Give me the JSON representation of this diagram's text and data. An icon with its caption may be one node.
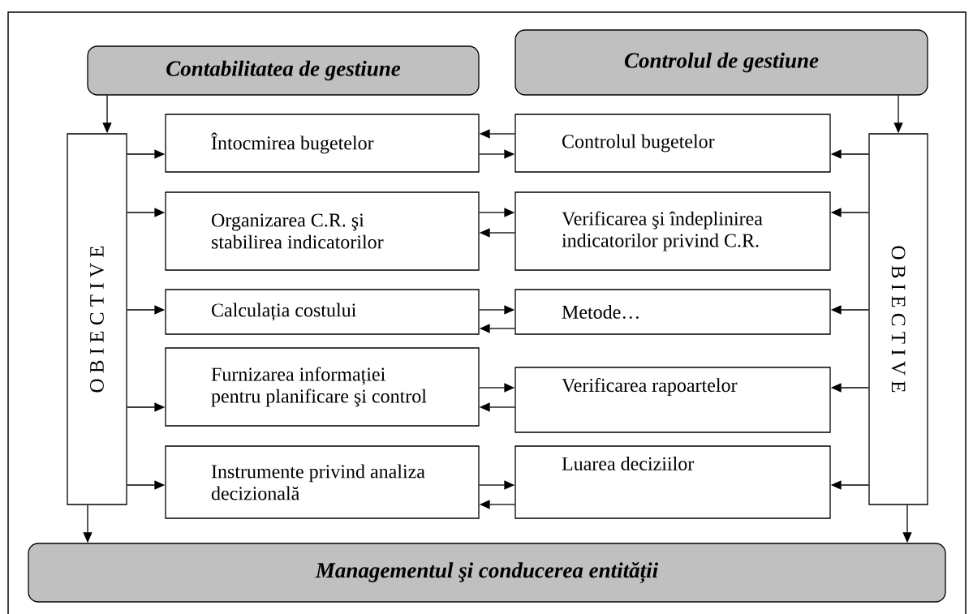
{
  "diagram": {
    "nodes": [
      {
        "text": [
          "Contabilitatea de gestiune"
        ]
      },
      {
        "text": [
          "Controlul de gestiune"
        ]
      },
      {
        "text": [
          "O B I E C T I V E"
        ]
      },
      {
        "text": [
          "O B I E C T I V E"
        ]
      },
      {
        "text": [
          "Întocmirea bugetelor"
        ]
      },
      {
        "text": [
          "Controlul bugetelor"
        ]
      },
      {
        "text": [
          "Organizarea C.R. şi stabilirea indicatorilor"
        ]
      },
      {
        "text": [
          "Verificarea şi îndeplinirea indicatorilor privind C.R."
        ]
      },
      {
        "text": [
          "Calculația costului"
        ]
      },
      {
        "text": [
          "Metode…"
        ]
      },
      {
        "text": [
          "Furnizarea informației pentru planificare şi control"
        ]
      },
      {
        "text": [
          "Verificarea rapoartelor"
        ]
      },
      {
        "text": [
          "Instrumente privind analiza decizională"
        ]
      },
      {
        "text": [
          "Luarea deciziilor"
        ]
      },
      {
        "text": [
          "Managementul şi conducerea entității"
        ]
      }
    ],
    "edges": [
      {
        "from": 0,
        "to": 2,
        "arrow": "to"
      },
      {
        "from": 1,
        "to": 3,
        "arrow": "to"
      },
      {
        "from": 2,
        "to": 4,
        "arrow": "to"
      },
      {
        "from": 2,
        "to": 6,
        "arrow": "to"
      },
      {
        "from": 2,
        "to": 8,
        "arrow": "to"
      },
      {
        "from": 2,
        "to": 10,
        "arrow": "to"
      },
      {
        "from": 2,
        "to": 12,
        "arrow": "to"
      },
      {
        "from": 3,
        "to": 5,
        "arrow": "to"
      },
      {
        "from": 3,
        "to": 7,
        "arrow": "to"
      },
      {
        "from": 3,
        "to": 9,
        "arrow": "to"
      },
      {
        "from": 3,
        "to": 11,
        "arrow": "to"
      },
      {
        "from": 3,
        "to": 13,
        "arrow": "to"
      },
      {
        "from": 5,
        "to": 4,
        "arrow": "to"
      },
      {
        "from": 4,
        "to": 5,
        "arrow": "to"
      },
      {
        "from": 6,
        "to": 7,
        "arrow": "to"
      },
      {
        "from": 7,
        "to": 6,
        "arrow": "to"
      },
      {
        "from": 8,
        "to": 9,
        "arrow": "to"
      },
      {
        "from": 9,
        "to": 8,
        "arrow": "to"
      },
      {
        "from": 10,
        "to": 11,
        "arrow": "to"
      },
      {
        "from": 11,
        "to": 10,
        "arrow": "to"
      },
      {
        "from": 12,
        "to": 13,
        "arrow": "to"
      },
      {
        "from": 13,
        "to": 12,
        "arrow": "to"
      },
      {
        "from": 2,
        "to": 14,
        "arrow": "to"
      },
      {
        "from": 3,
        "to": 14,
        "arrow": "to"
      }
    ]
  }
}
